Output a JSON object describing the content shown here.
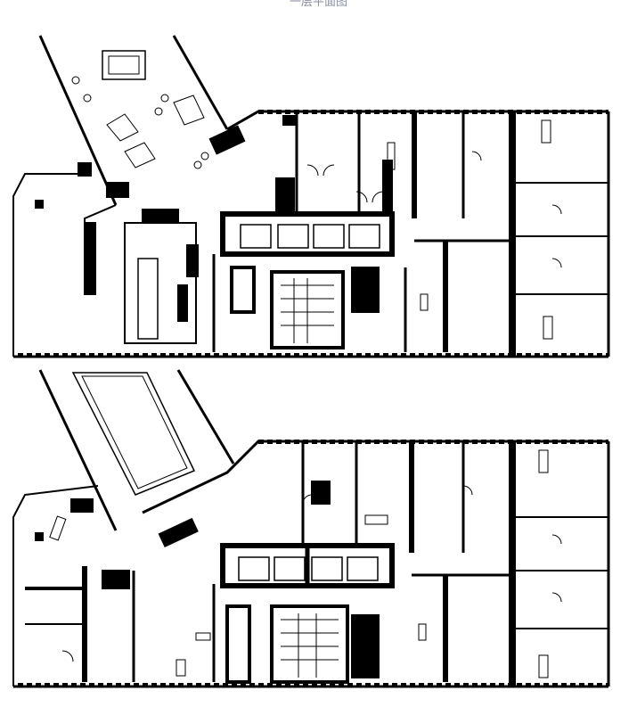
{
  "caption": "一层平面图",
  "plans": [
    {
      "name": "upper-floor-plan"
    },
    {
      "name": "lower-floor-plan"
    }
  ]
}
